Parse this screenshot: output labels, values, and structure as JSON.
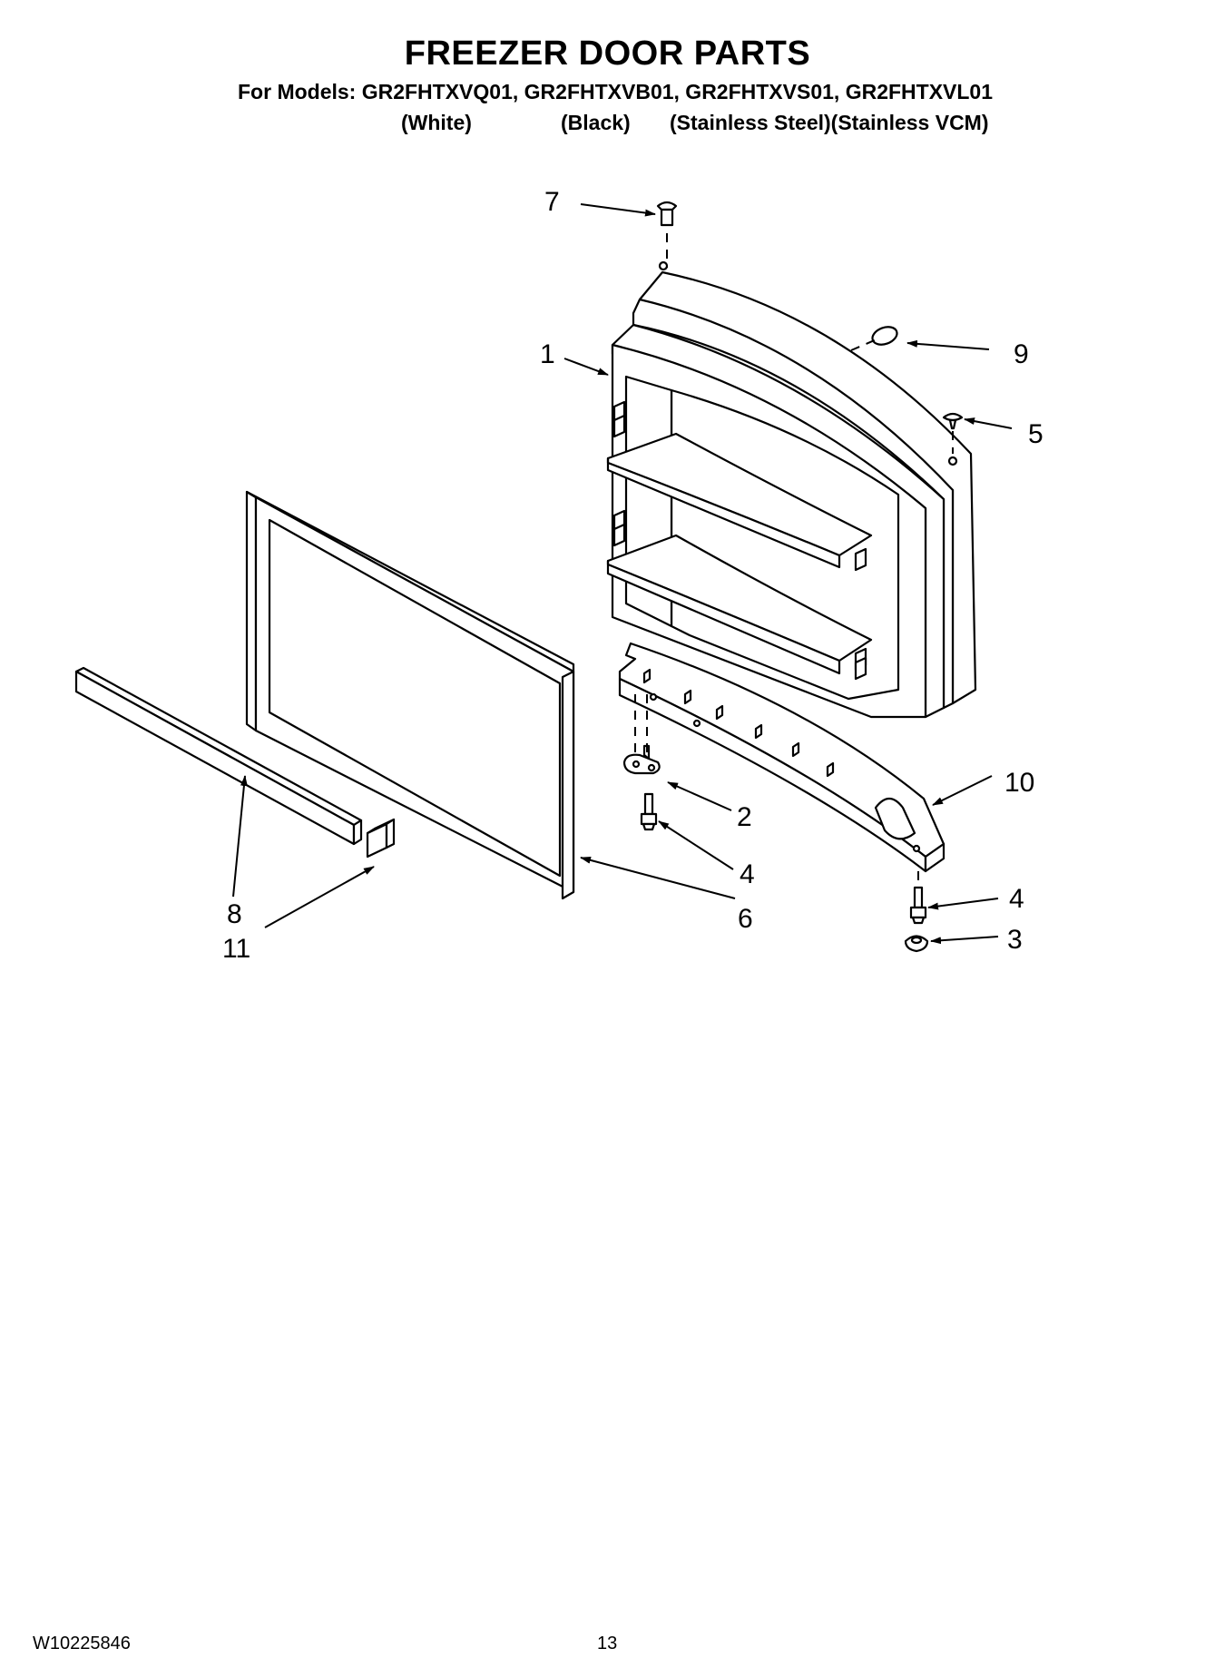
{
  "header": {
    "title": "FREEZER DOOR PARTS",
    "models_line": "For Models: GR2FHTXVQ01, GR2FHTXVB01, GR2FHTXVS01, GR2FHTXVL01",
    "variants": [
      "(White)",
      "(Black)",
      "(Stainless Steel)(Stainless VCM)"
    ]
  },
  "callouts": {
    "c7": "7",
    "c1": "1",
    "c9": "9",
    "c5": "5",
    "c10": "10",
    "c2": "2",
    "c4a": "4",
    "c6": "6",
    "c8": "8",
    "c11": "11",
    "c4b": "4",
    "c3": "3"
  },
  "footer": {
    "doc_number": "W10225846",
    "page_number": "13"
  }
}
